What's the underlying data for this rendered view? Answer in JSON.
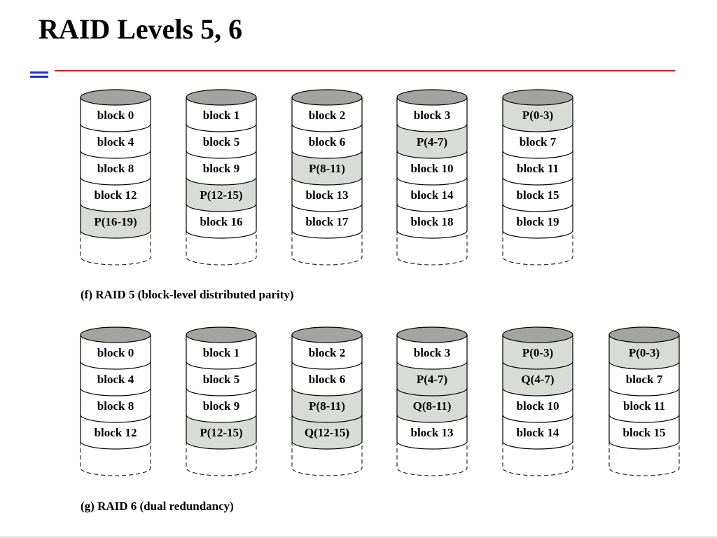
{
  "slide": {
    "title": "RAID Levels 5, 6"
  },
  "colors": {
    "parity_fill": "#d9dbd6",
    "data_fill": "#ffffff",
    "cap_fill": "#a3a49f",
    "title_rule": "#d81b1b",
    "title_mark": "#1f2fbf"
  },
  "raid5": {
    "caption": "(f) RAID 5 (block-level distributed parity)",
    "disks": [
      [
        {
          "label": "block 0",
          "parity": false
        },
        {
          "label": "block 4",
          "parity": false
        },
        {
          "label": "block 8",
          "parity": false
        },
        {
          "label": "block 12",
          "parity": false
        },
        {
          "label": "P(16-19)",
          "parity": true
        }
      ],
      [
        {
          "label": "block 1",
          "parity": false
        },
        {
          "label": "block 5",
          "parity": false
        },
        {
          "label": "block 9",
          "parity": false
        },
        {
          "label": "P(12-15)",
          "parity": true
        },
        {
          "label": "block 16",
          "parity": false
        }
      ],
      [
        {
          "label": "block 2",
          "parity": false
        },
        {
          "label": "block 6",
          "parity": false
        },
        {
          "label": "P(8-11)",
          "parity": true
        },
        {
          "label": "block 13",
          "parity": false
        },
        {
          "label": "block 17",
          "parity": false
        }
      ],
      [
        {
          "label": "block 3",
          "parity": false
        },
        {
          "label": "P(4-7)",
          "parity": true
        },
        {
          "label": "block 10",
          "parity": false
        },
        {
          "label": "block 14",
          "parity": false
        },
        {
          "label": "block 18",
          "parity": false
        }
      ],
      [
        {
          "label": "P(0-3)",
          "parity": true
        },
        {
          "label": "block 7",
          "parity": false
        },
        {
          "label": "block 11",
          "parity": false
        },
        {
          "label": "block 15",
          "parity": false
        },
        {
          "label": "block 19",
          "parity": false
        }
      ]
    ]
  },
  "raid6": {
    "caption": "(g) RAID 6 (dual redundancy)",
    "disks": [
      [
        {
          "label": "block 0",
          "parity": false
        },
        {
          "label": "block 4",
          "parity": false
        },
        {
          "label": "block 8",
          "parity": false
        },
        {
          "label": "block 12",
          "parity": false
        }
      ],
      [
        {
          "label": "block 1",
          "parity": false
        },
        {
          "label": "block 5",
          "parity": false
        },
        {
          "label": "block 9",
          "parity": false
        },
        {
          "label": "P(12-15)",
          "parity": true
        }
      ],
      [
        {
          "label": "block 2",
          "parity": false
        },
        {
          "label": "block 6",
          "parity": false
        },
        {
          "label": "P(8-11)",
          "parity": true
        },
        {
          "label": "Q(12-15)",
          "parity": true
        }
      ],
      [
        {
          "label": "block 3",
          "parity": false
        },
        {
          "label": "P(4-7)",
          "parity": true
        },
        {
          "label": "Q(8-11)",
          "parity": true
        },
        {
          "label": "block 13",
          "parity": false
        }
      ],
      [
        {
          "label": "P(0-3)",
          "parity": true
        },
        {
          "label": "Q(4-7)",
          "parity": true
        },
        {
          "label": "block 10",
          "parity": false
        },
        {
          "label": "block 14",
          "parity": false
        }
      ],
      [
        {
          "label": "P(0-3)",
          "parity": true
        },
        {
          "label": "block 7",
          "parity": false
        },
        {
          "label": "block 11",
          "parity": false
        },
        {
          "label": "block 15",
          "parity": false
        }
      ]
    ]
  }
}
